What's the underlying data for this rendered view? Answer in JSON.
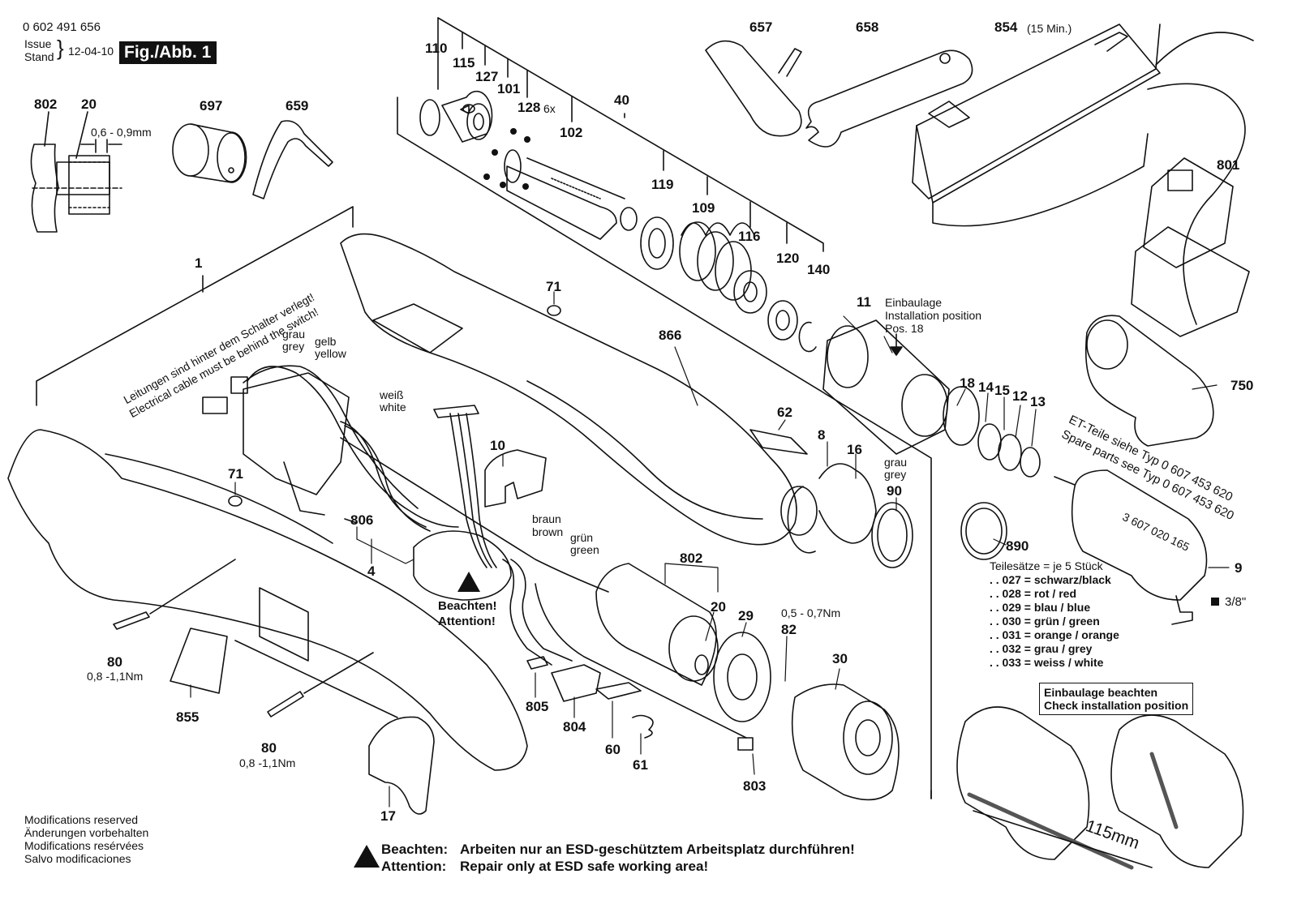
{
  "header": {
    "part_number": "0 602 491 656",
    "issue_label": "Issue",
    "stand_label": "Stand",
    "issue_date": "12-04-10",
    "figure": "Fig./Abb. 1"
  },
  "labels": {
    "p110": "110",
    "p115": "115",
    "p127": "127",
    "p101": "101",
    "p128": "128",
    "p128_qty": "6x",
    "p102": "102",
    "p40": "40",
    "p657": "657",
    "p658": "658",
    "p854": "854",
    "p854_note": "(15 Min.)",
    "p801": "801",
    "p802a": "802",
    "p20a": "20",
    "p697": "697",
    "p659": "659",
    "p119": "119",
    "p109": "109",
    "p116": "116",
    "p120": "120",
    "p140": "140",
    "p1": "1",
    "p71a": "71",
    "p71b": "71",
    "p866": "866",
    "p11": "11",
    "p750": "750",
    "p18": "18",
    "p14": "14",
    "p15": "15",
    "p12": "12",
    "p13": "13",
    "p62": "62",
    "p8": "8",
    "p16": "16",
    "p90": "90",
    "p10": "10",
    "p806": "806",
    "p4": "4",
    "p802b": "802",
    "p20b": "20",
    "p890": "890",
    "p9": "9",
    "p29": "29",
    "p82": "82",
    "p30": "30",
    "p80a": "80",
    "p80b": "80",
    "p855": "855",
    "p805": "805",
    "p804": "804",
    "p60": "60",
    "p61": "61",
    "p803": "803",
    "p17": "17"
  },
  "notes": {
    "gap": "0,6 - 0,9mm",
    "torque_80a": "0,8 -1,1Nm",
    "torque_80b": "0,8 -1,1Nm",
    "torque_82": "0,5 - 0,7Nm",
    "cable_de": "Leitungen sind hinter dem Schalter verlegt!",
    "cable_en": "Electrical cable must be behind the switch!",
    "grau": "grau",
    "grey": "grey",
    "gelb": "gelb",
    "yellow": "yellow",
    "weiss": "weiß",
    "white": "white",
    "braun": "braun",
    "brown": "brown",
    "gruen": "grün",
    "green": "green",
    "grau2": "grau",
    "grey2": "grey",
    "install_de": "Einbaulage",
    "install_en": "Installation position",
    "install_pos": "Pos. 18",
    "beachten": "Beachten!",
    "attention": "Attention!",
    "spare_de": "ET-Teile siehe   Typ  0 607 453 620",
    "spare_en": "Spare parts see Typ  0 607 453 620",
    "angle_code": "3 607 020 165",
    "square_drive": "3/8\"",
    "install_box_de": "Einbaulage beachten",
    "install_box_en": "Check installation position",
    "length": "115mm"
  },
  "kit": {
    "title": "Teilesätze = je 5 Stück",
    "items": [
      ". . 027 = schwarz/black",
      ". . 028 = rot / red",
      ". . 029 = blau / blue",
      ". . 030 = grün / green",
      ". . 031 = orange / orange",
      ". . 032 = grau / grey",
      ". . 033 = weiss / white"
    ]
  },
  "footer": {
    "mods": [
      "Modifications reserved",
      "Änderungen vorbehalten",
      "Modifications resérvées",
      "Salvo modificaciones"
    ],
    "beachten_key": "Beachten:",
    "beachten_text": "Arbeiten nur an ESD-geschütztem Arbeitsplatz durchführen!",
    "attention_key": "Attention:",
    "attention_text": "Repair only at ESD safe working area!"
  }
}
